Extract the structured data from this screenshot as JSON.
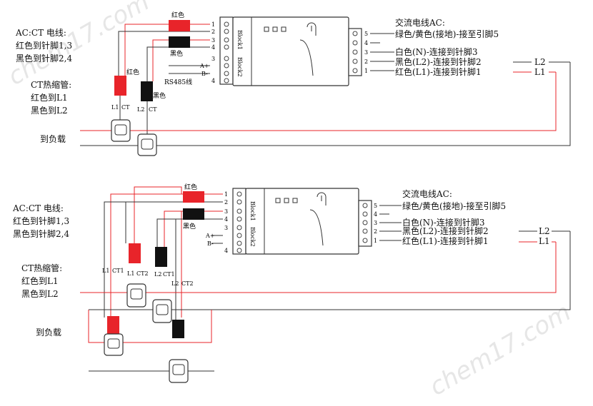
{
  "watermark": "chem17.com",
  "colors": {
    "red": "#e8242a",
    "black": "#111111",
    "wire": "#333333"
  },
  "top": {
    "legend_ac": [
      "AC:CT 电线:",
      "红色到针脚1,3",
      "黑色到针脚2,4"
    ],
    "legend_ct": [
      "CT热缩管:",
      "红色到L1",
      "黑色到L2"
    ],
    "load_label": "到负载",
    "wire_red": "红色",
    "wire_black": "黑色",
    "rs485": "RS485线",
    "tag_red": "红色",
    "tag_black": "黑色",
    "ct1": [
      "L1",
      "CT"
    ],
    "ct2": [
      "L2",
      "CT"
    ],
    "block1": "Block1",
    "block2": "Block2",
    "pins_left": [
      "1",
      "2",
      "3",
      "4"
    ],
    "pins_bottom": [
      "A+",
      "B-",
      "3",
      "4"
    ],
    "pins_right": [
      "5",
      "4",
      "3",
      "2",
      "1"
    ],
    "ac_title": "交流电线AC:",
    "ac_lines": [
      "绿色/黄色(接地)-接至引脚5",
      "白色(N)-连接到针脚3",
      "黑色(L2)-连接到针脚2",
      "红色(L1)-连接到针脚1"
    ],
    "l2": "L2",
    "l1": "L1"
  },
  "bottom": {
    "legend_ac": [
      "AC:CT 电线:",
      "红色到针脚1,3",
      "黑色到针脚2,4"
    ],
    "legend_ct": [
      "CT热缩管:",
      "红色到L1",
      "黑色到L2"
    ],
    "load_label": "到负载",
    "wire_red": "红色",
    "wire_black": "黑色",
    "ct_labels_a": [
      "L1",
      "CT1",
      "L1",
      "CT2"
    ],
    "ct_labels_b": [
      "L2",
      "CT1",
      "L2",
      "CT2"
    ],
    "block1": "Block1",
    "block2": "Block2",
    "pins_left": [
      "1",
      "2",
      "3",
      "4"
    ],
    "pins_bottom": [
      "A+",
      "B-",
      "3",
      "4"
    ],
    "pins_right": [
      "5",
      "4",
      "3",
      "2",
      "1"
    ],
    "ac_title": "交流电线AC:",
    "ac_lines": [
      "绿色/黄色(接地)-接至引脚5",
      "白色(N)-连接到针脚3",
      "黑色(L2)-连接到针脚2",
      "红色(L1)-连接到针脚1"
    ],
    "l2": "L2",
    "l1": "L1"
  }
}
